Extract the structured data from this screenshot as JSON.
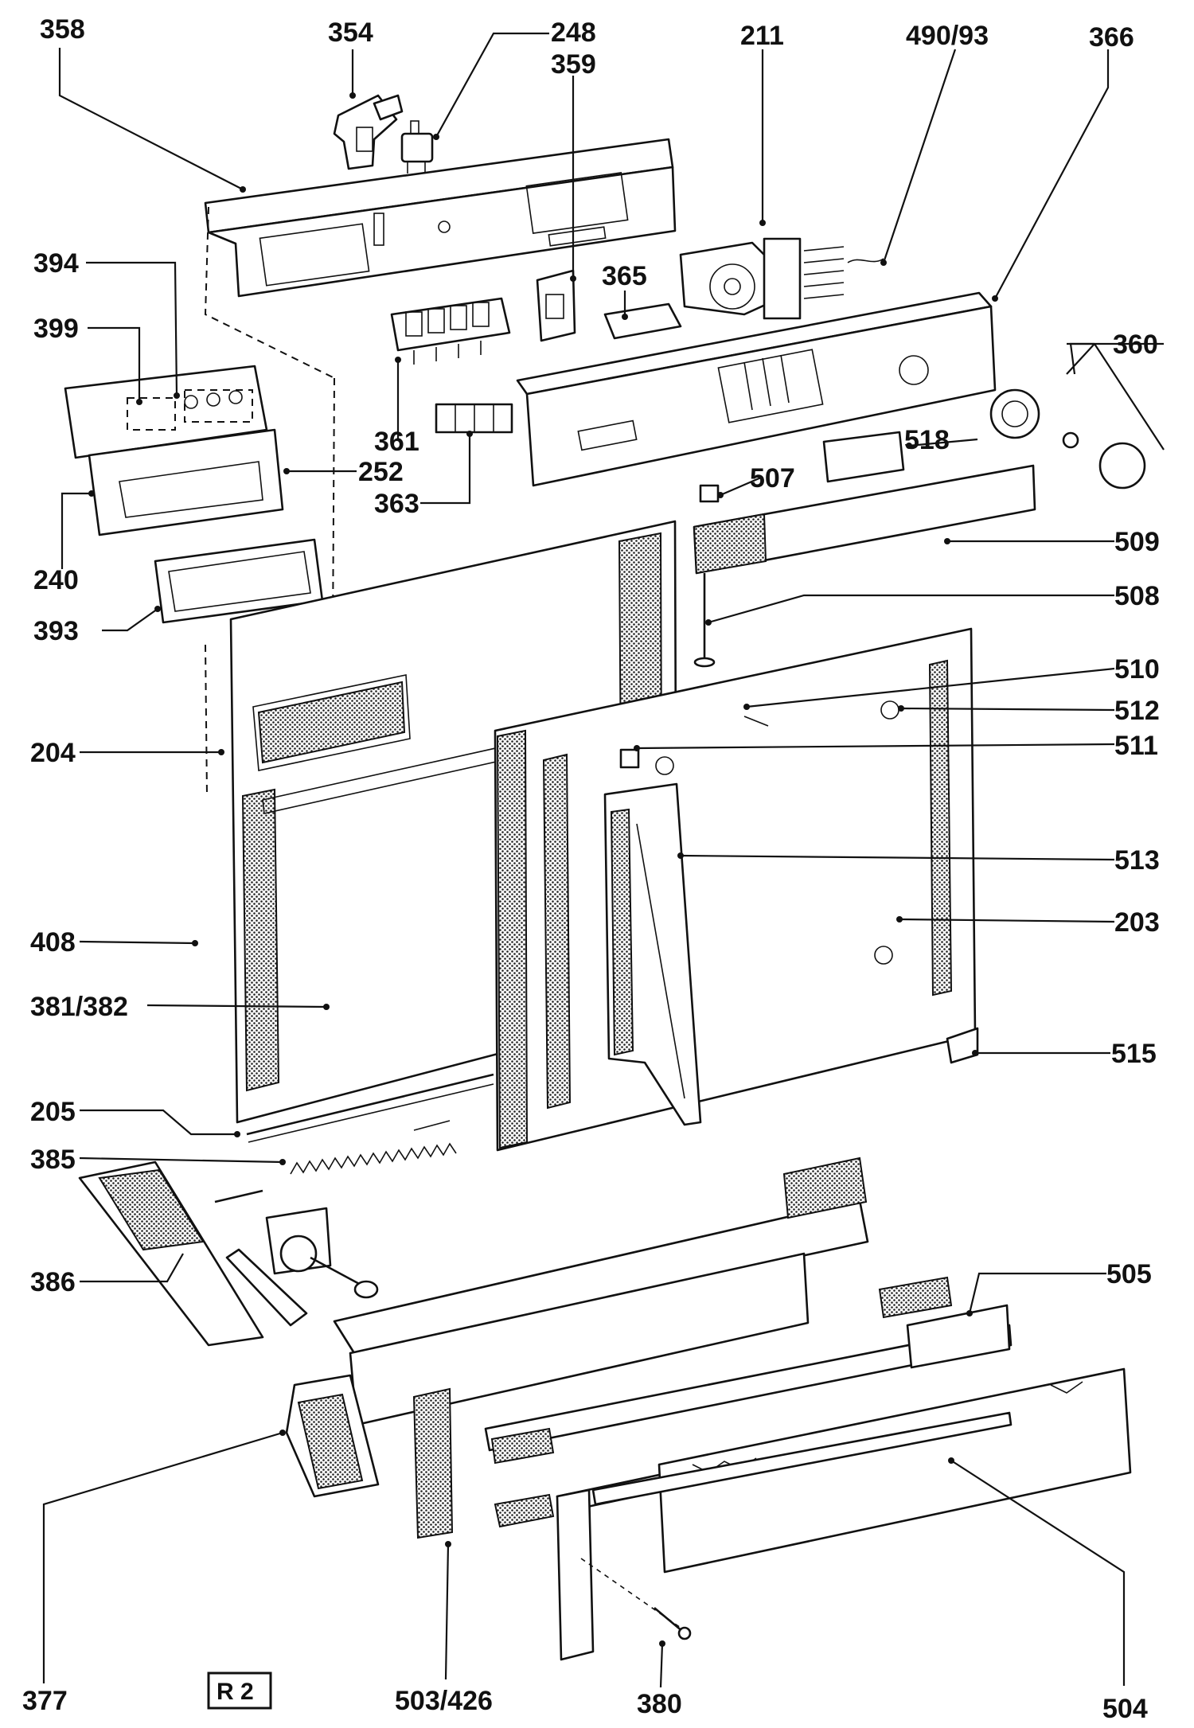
{
  "diagram": {
    "revision": "R 2",
    "callouts": [
      {
        "id": "358"
      },
      {
        "id": "354"
      },
      {
        "id": "248"
      },
      {
        "id": "359"
      },
      {
        "id": "211"
      },
      {
        "id": "490/93"
      },
      {
        "id": "366"
      },
      {
        "id": "394"
      },
      {
        "id": "399"
      },
      {
        "id": "365"
      },
      {
        "id": "360"
      },
      {
        "id": "252"
      },
      {
        "id": "361"
      },
      {
        "id": "518"
      },
      {
        "id": "363"
      },
      {
        "id": "507"
      },
      {
        "id": "240"
      },
      {
        "id": "509"
      },
      {
        "id": "393"
      },
      {
        "id": "508"
      },
      {
        "id": "510"
      },
      {
        "id": "512"
      },
      {
        "id": "204"
      },
      {
        "id": "511"
      },
      {
        "id": "513"
      },
      {
        "id": "203"
      },
      {
        "id": "408"
      },
      {
        "id": "381/382"
      },
      {
        "id": "515"
      },
      {
        "id": "205"
      },
      {
        "id": "385"
      },
      {
        "id": "386"
      },
      {
        "id": "505"
      },
      {
        "id": "377"
      },
      {
        "id": "503/426"
      },
      {
        "id": "380"
      },
      {
        "id": "504"
      }
    ]
  }
}
